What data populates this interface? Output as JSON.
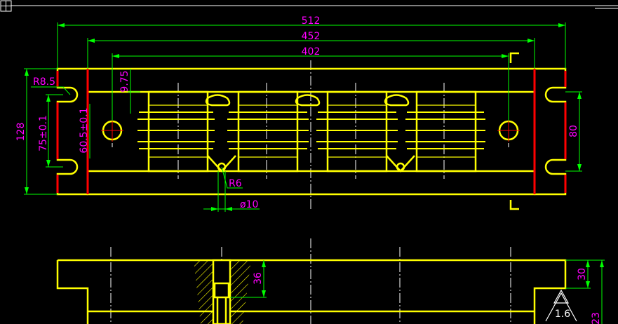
{
  "colors": {
    "background": "#000000",
    "part": "#ffff00",
    "dimension": "#00ff00",
    "dim_text": "#ff00ff",
    "centerline": "#ffffff",
    "center_mark": "#ff0000",
    "edge": "#ff0000"
  },
  "top_view": {
    "dim_overall": "512",
    "dim_inner": "452",
    "dim_cavity": "402",
    "dim_height": "128",
    "dim_slot_spacing": "75±0.1",
    "dim_hole_spacing": "60.5±0.1",
    "dim_offset": "9.75",
    "dim_slot_radius": "R8.5",
    "dim_right_height": "80",
    "dim_gate_radius": "R6",
    "dim_gate_dia": "ø10"
  },
  "section_view": {
    "dim_bolt_depth": "36",
    "dim_plate_height": "30",
    "dim_right_partial": "23",
    "roughness": "1.6"
  },
  "ui": {
    "corner_icon": "crosshair-box-icon"
  }
}
